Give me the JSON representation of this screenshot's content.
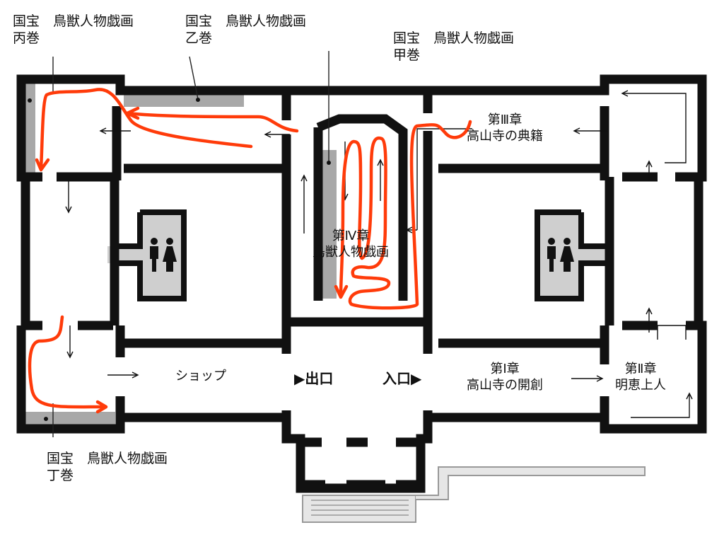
{
  "labels": {
    "scroll_hei": {
      "line1": "国宝　鳥獣人物戯画",
      "line2": "丙巻"
    },
    "scroll_otsu": {
      "line1": "国宝　鳥獣人物戯画",
      "line2": "乙巻"
    },
    "scroll_ko": {
      "line1": "国宝　鳥獣人物戯画",
      "line2": "甲巻"
    },
    "scroll_tei": {
      "line1": "国宝　鳥獣人物戯画",
      "line2": "丁巻"
    }
  },
  "rooms": {
    "chapter3": {
      "line1": "第Ⅲ章",
      "line2": "高山寺の典籍"
    },
    "chapter4": {
      "line1": "第Ⅳ章",
      "line2": "鳥獣人物戯画"
    },
    "chapter1": {
      "line1": "第Ⅰ章",
      "line2": "高山寺の開創"
    },
    "chapter2": {
      "line1": "第Ⅱ章",
      "line2": "明恵上人"
    },
    "shop": "ショップ",
    "exit": "▶出口",
    "entrance": "入口▶"
  },
  "icons": [
    "restroom-icon-left",
    "restroom-icon-right"
  ],
  "colors": {
    "walls": "#111111",
    "exhibit_area": "#a8a8a8",
    "route": "#ff3b0a"
  }
}
